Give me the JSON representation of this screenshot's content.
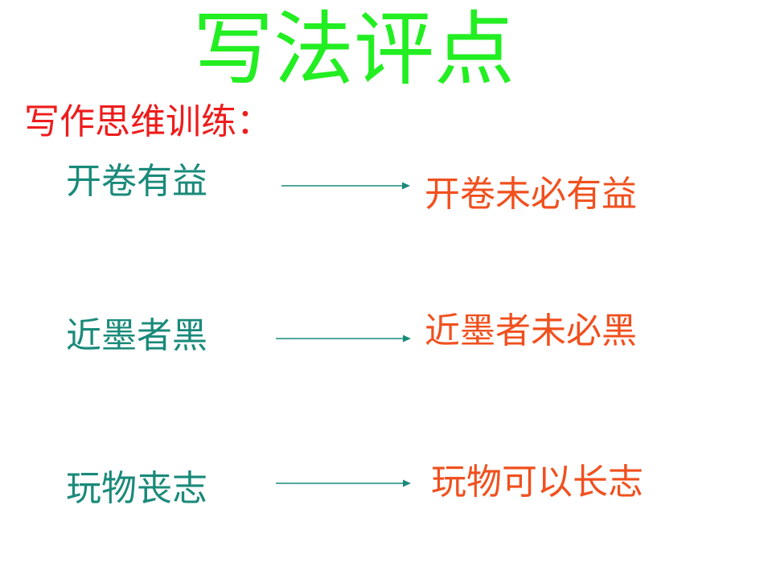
{
  "title": "写法评点",
  "section_heading": "写作思维训练：",
  "colors": {
    "title": "#22ee22",
    "heading": "#ee1c1c",
    "original": "#1a8a7a",
    "rewritten": "#f0501e",
    "arrow": "#1a8a7a"
  },
  "rows": [
    {
      "original": "开卷有益",
      "rewritten": "开卷未必有益"
    },
    {
      "original": "近墨者黑",
      "rewritten": "近墨者未必黑"
    },
    {
      "original": "玩物丧志",
      "rewritten": "玩物可以长志"
    }
  ]
}
